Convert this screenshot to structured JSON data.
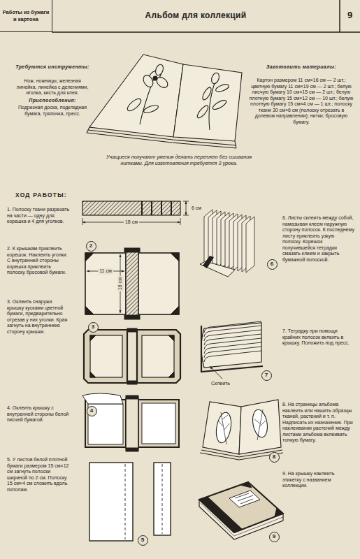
{
  "diagram": {
    "title": "Альбом для коллекций",
    "caption": "Учащиеся получают умения делать переплет без сшивания нитками. Для изготовления требуется 3 урока.",
    "nodes": [
      {
        "text": [
          "Работы из бумаги и картона"
        ]
      },
      {
        "text": [
          "2"
        ]
      },
      {
        "text": [
          "6"
        ]
      },
      {
        "text": [
          "3"
        ]
      },
      {
        "text": [
          "7"
        ]
      },
      {
        "text": [
          "4"
        ]
      },
      {
        "text": [
          "8"
        ]
      },
      {
        "text": [
          "9"
        ]
      },
      {
        "text": [
          "5"
        ]
      }
    ],
    "labels": [
      "9",
      "Требуются инструменты:",
      "Нож, ножницы, железная линейка, линейка с делениями, иголка, кисть для клея.",
      "Приспособления:",
      "Подрезная доска, подкладная бумага, тряпочка, пресс.",
      "Заготовить материалы:",
      "Картон размером 11 см×16 см — 2 шт.; цветную бумагу 11 см×19 см — 2 шт.; белую писчую бумагу 10 см×15 см — 2 шт.; белую плотную бумагу 15 см×12 см — 10 шт.; белую плотную бумагу 15 см×4 см — 1 шт.; полоску ткани 30 см×6 см (полоску отрезать в долевом направлении); нитки; бросовую бумагу.",
      "ХОД РАБОТЫ:",
      "1. Полоску ткани разрезать на части — одну для корешка и 4 для уголков.",
      "18 см",
      "6 см",
      "2. К крышкам приклеить корешок. Наклеить уголки. С внутренней стороны корешка приклеить полоску бросовой бумаги.",
      "11 см",
      "16 см",
      "3. Оклеить снаружи крышку кусками цветной бумаги, предварительно отрезав у них уголки. Края загнуть на внутреннюю сторону крышки.",
      "4. Оклеить крышку с внутренней стороны белой писчей бумагой.",
      "5. У листов белой плотной бумаги размером 15 см×12 см загнуть полоски шириной по 2 см. Полоску 15 см×4 см сложить вдоль пополам.",
      "6. Листы склеить между собой, намазывая клеем наружную сторону полосок. К последнему листу приклеить узкую полоску. Корешок получившейся тетрадки смазать клеем и закрыть бумажной полоской.",
      "7. Тетрадку при помощи крайних полосок вклеить в крышку. Положить под пресс.",
      "Склеить",
      "8. На страницы альбома наклеить или нашить образцы тканей, растений и т. п. Надписать их назначение. При наклеивании растений между листами альбома вклеивать тонкую бумагу.",
      "9. На крышку наклеить этикетку с названием коллекции."
    ]
  }
}
